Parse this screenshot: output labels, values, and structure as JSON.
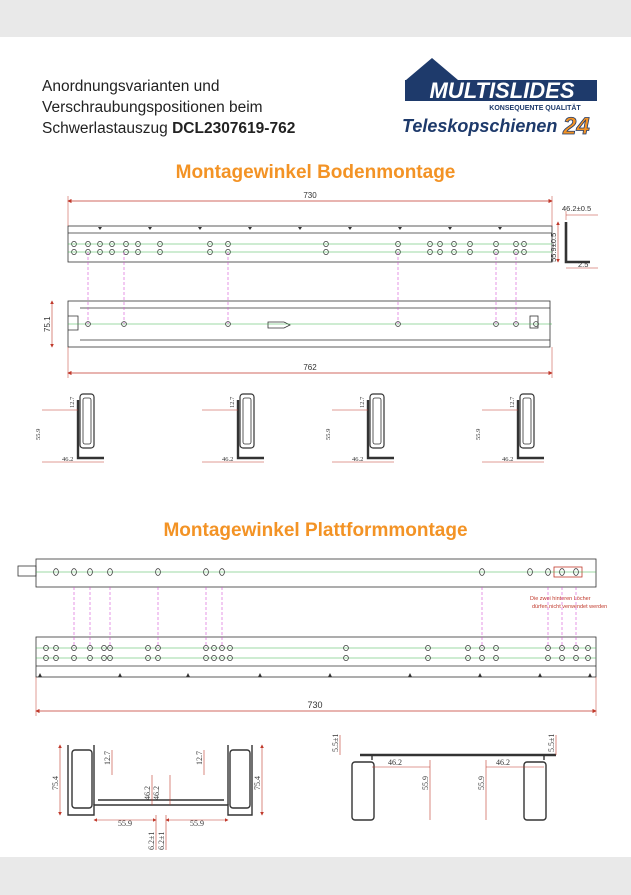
{
  "header": {
    "line1": "Anordnungsvarianten und",
    "line2": "Verschraubungspositionen beim",
    "line3_prefix": "Schwerlastauszug ",
    "line3_model": "DCL2307619-762"
  },
  "logo": {
    "brand": "MULTISLIDES",
    "tagline": "KONSEQUENTE QUALITÄT",
    "shop_name": "Teleskopschienen",
    "shop_number": "24",
    "colors": {
      "navy": "#1e3a6b",
      "orange": "#f39325"
    }
  },
  "section1": {
    "title": "Montagewinkel Bodenmontage",
    "dim_length": "730",
    "dim_total": "762",
    "dim_height": "75.1",
    "profile_width": "46.2±0.5",
    "profile_height": "55.9±0.5",
    "profile_thickness": "2.5",
    "variants": [
      {
        "a": "12.7",
        "b": "55.9",
        "c": "46.2"
      },
      {
        "a": "12.7",
        "b": "",
        "c": "46.2"
      },
      {
        "a": "12.7",
        "b": "55.9",
        "c": "46.2"
      },
      {
        "a": "12.7",
        "b": "55.9",
        "c": "46.2"
      }
    ]
  },
  "section2": {
    "title": "Montagewinkel Plattformmontage",
    "note_line1": "Die zwei hinteren Löcher",
    "note_line2": "dürfen nicht verwendet werden",
    "dim_length": "730",
    "left_detail": {
      "height_left": "75.4",
      "top_left": "12.7",
      "top_right": "12.7",
      "height_right": "75.4",
      "mid1": "46.2",
      "mid2": "46.2",
      "bottom_left": "55.9",
      "bottom_right": "55.9",
      "gap_left": "6.2±1",
      "gap_right": "6.2±1"
    },
    "right_detail": {
      "top_left": "5.5±1",
      "top_right": "5.5±1",
      "width_left": "46.2",
      "width_right": "46.2",
      "height_left": "55.9",
      "height_right": "55.9"
    }
  },
  "colors": {
    "line": "#333333",
    "dim": "#c0392b",
    "center": "#3bb54a",
    "guide": "#d64fd6"
  }
}
